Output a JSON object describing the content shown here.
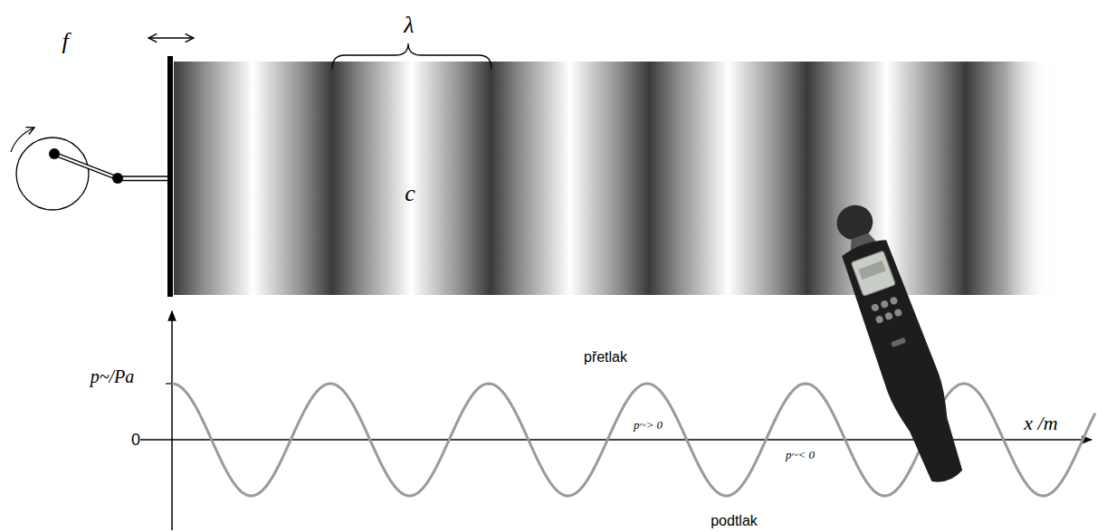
{
  "diagram": {
    "labels": [
      "f",
      "λ",
      "c",
      "p~/Pa",
      "přetlak",
      "0",
      "x /m",
      "p~> 0",
      "p~< 0",
      "podtlak"
    ]
  }
}
